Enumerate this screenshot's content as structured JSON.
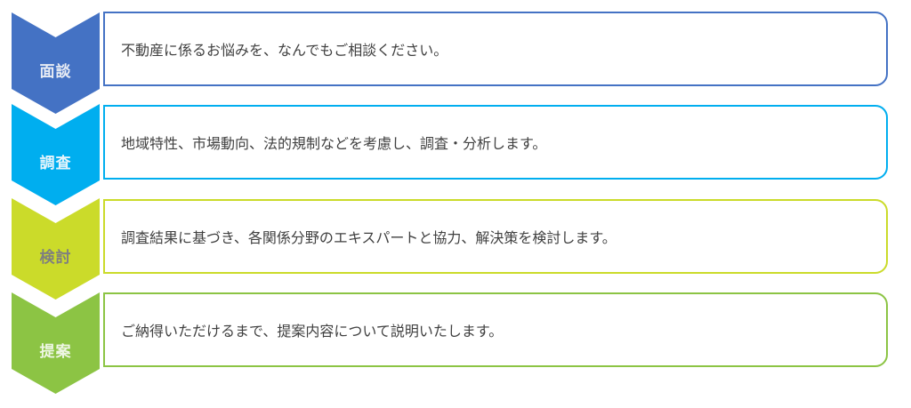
{
  "steps": [
    {
      "label": "面談",
      "description": "不動産に係るお悩みを、なんでもご相談ください。",
      "color": "#4472C4",
      "label_color": "#E8ECF4"
    },
    {
      "label": "調査",
      "description": "地域特性、市場動向、法的規制などを考慮し、調査・分析します。",
      "color": "#00AEEF",
      "label_color": "#E4F4FB"
    },
    {
      "label": "検討",
      "description": "調査結果に基づき、各関係分野のエキスパートと協力、解決策を検討します。",
      "color": "#CBDB2A",
      "label_color": "#7F7F7F"
    },
    {
      "label": "提案",
      "description": "ご納得いただけるまで、提案内容について説明いたします。",
      "color": "#8CC444",
      "label_color": "#EEF6E4"
    }
  ]
}
